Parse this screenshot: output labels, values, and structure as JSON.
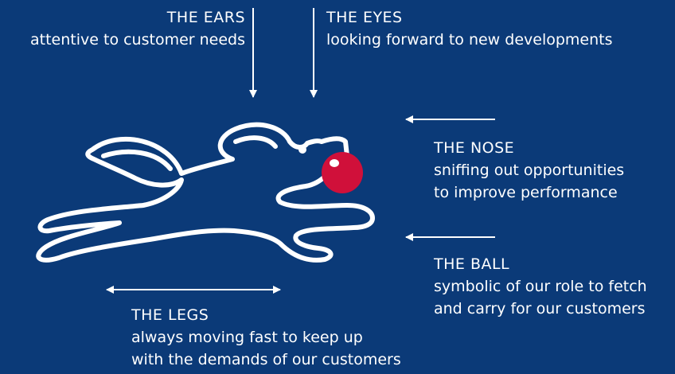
{
  "colors": {
    "background": "#0b3a78",
    "foreground": "#ffffff",
    "ball": "#d0103a"
  },
  "labels": {
    "ears": {
      "title": "THE EARS",
      "lines": [
        "attentive to customer needs"
      ]
    },
    "eyes": {
      "title": "THE EYES",
      "lines": [
        "looking forward to new developments"
      ]
    },
    "nose": {
      "title": "THE NOSE",
      "lines": [
        "sniffing out opportunities",
        "to improve performance"
      ]
    },
    "ball": {
      "title": "THE BALL",
      "lines": [
        "symbolic of our role to fetch",
        "and carry for our customers"
      ]
    },
    "legs": {
      "title": "THE LEGS",
      "lines": [
        "always moving fast to keep up",
        "with the demands of our customers"
      ]
    }
  },
  "icons": [
    "dog-line-drawing",
    "ball"
  ]
}
